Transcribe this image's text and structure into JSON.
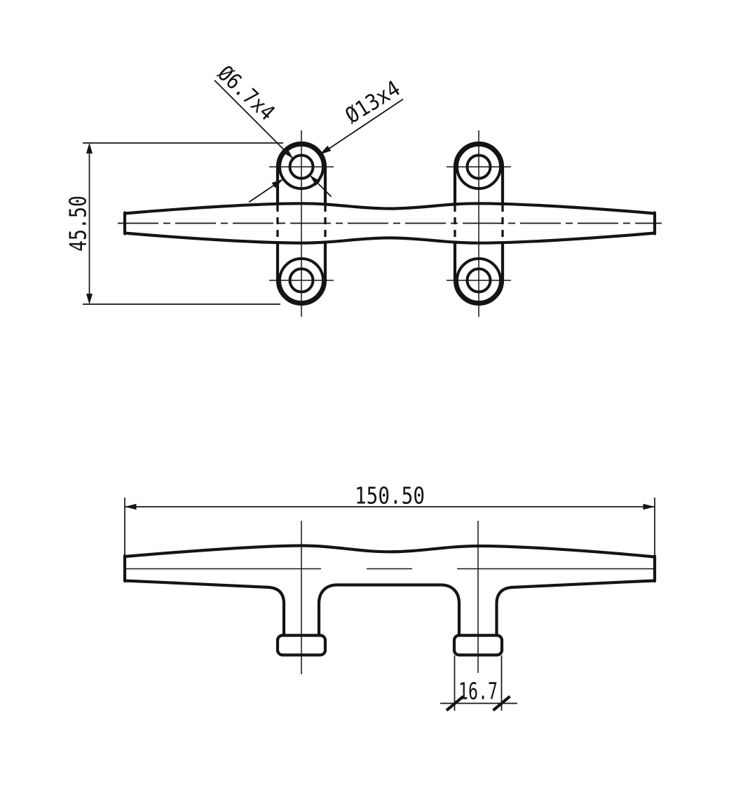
{
  "colors": {
    "background": "#ffffff",
    "line": "#141414"
  },
  "annotations": {
    "base_height": "45.50",
    "overall_length": "150.50",
    "foot_width": "16.7",
    "hole_callout": "Ø6.7x4",
    "counterbore_callout": "Ø13x4"
  }
}
